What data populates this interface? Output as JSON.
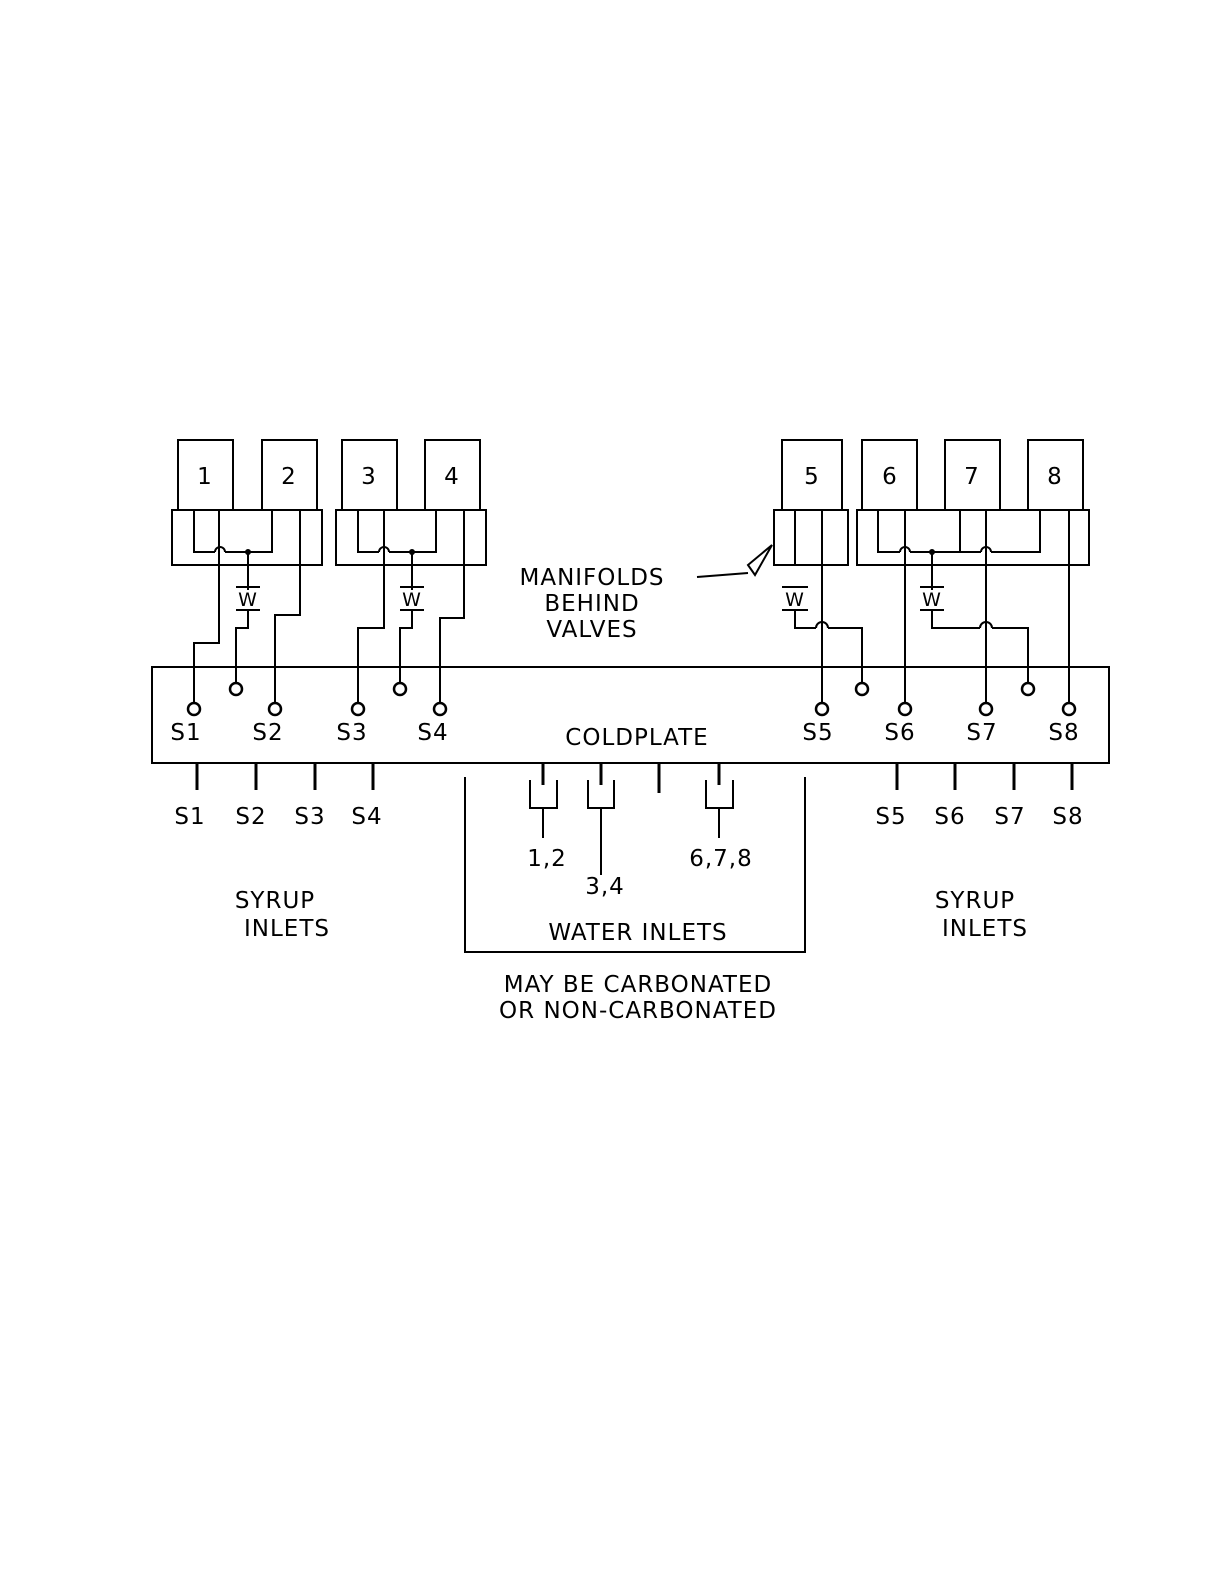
{
  "valves": [
    "1",
    "2",
    "3",
    "4",
    "5",
    "6",
    "7",
    "8"
  ],
  "water_marks": [
    "W",
    "W",
    "W",
    "W"
  ],
  "plate_syrup_labels": [
    "S1",
    "S2",
    "S3",
    "S4",
    "S5",
    "S6",
    "S7",
    "S8"
  ],
  "coldplate_label": "COLDPLATE",
  "manifold_note": [
    "MANIFOLDS",
    "BEHIND",
    "VALVES"
  ],
  "syrup_inlet_labels": [
    "S1",
    "S2",
    "S3",
    "S4",
    "S5",
    "S6",
    "S7",
    "S8"
  ],
  "water_inlet_groups": [
    "1,2",
    "3,4",
    "6,7,8"
  ],
  "syrup_inlets_caption": [
    "SYRUP",
    "INLETS"
  ],
  "water_inlets_caption": "WATER INLETS",
  "carbonation_note": [
    "MAY BE CARBONATED",
    "OR NON-CARBONATED"
  ]
}
